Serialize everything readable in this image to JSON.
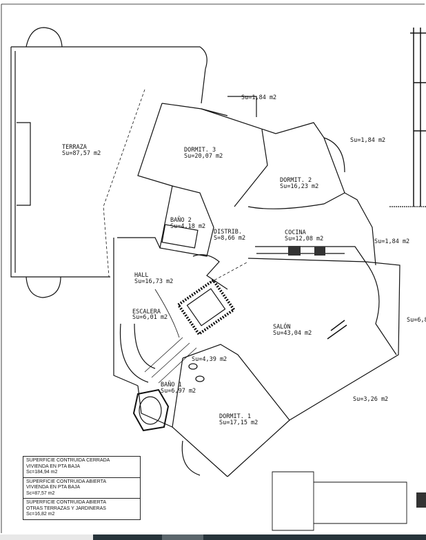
{
  "rooms": [
    {
      "name": "TERRAZA",
      "area": "Su=87,57 m2"
    },
    {
      "name": "DORMIT. 3",
      "area": "Su=20,07 m2"
    },
    {
      "name": "",
      "area": "Su=1,84 m2"
    },
    {
      "name": "",
      "area": "Su=1,84 m2"
    },
    {
      "name": "DORMIT. 2",
      "area": "Su=16,23 m2"
    },
    {
      "name": "BAÑO 2",
      "area": "Su=4,18 m2"
    },
    {
      "name": "DISTRIB.",
      "area": "S=8,66 m2"
    },
    {
      "name": "COCINA",
      "area": "Su=12,08 m2"
    },
    {
      "name": "",
      "area": "Su=1,84 m2"
    },
    {
      "name": "HALL",
      "area": "Su=16,73 m2"
    },
    {
      "name": "ESCALERA",
      "area": "Su=6,01 m2"
    },
    {
      "name": "SALÓN",
      "area": "Su=43,04 m2"
    },
    {
      "name": "",
      "area": "Su=6,8"
    },
    {
      "name": "",
      "area": "Su=4,39 m2"
    },
    {
      "name": "BAÑO 1",
      "area": "Su=6,97 m2"
    },
    {
      "name": "",
      "area": "Su=3,26 m2"
    },
    {
      "name": "DORMIT. 1",
      "area": "Su=17,15 m2"
    }
  ],
  "legend": [
    {
      "l1": "SUPERFICIE CONTRUIDA CERRADA",
      "l2": "VIVIENDA EN PTA BAJA",
      "l3": "Sc=184,94 m2"
    },
    {
      "l1": "SUPERFICIE CONTRUIDA ABIERTA",
      "l2": "VIVIENDA EN PTA BAJA",
      "l3": "Sc=87,57 m2"
    },
    {
      "l1": "SUPERFICIE CONTRUIDA ABIERTA",
      "l2": "OTRAS TERRAZAS Y JARDINERAS",
      "l3": "Sc=16,82 m2"
    }
  ],
  "colors": {
    "line": "#111111",
    "strip_dark": "#27343b",
    "strip_mid": "#5b666c"
  }
}
